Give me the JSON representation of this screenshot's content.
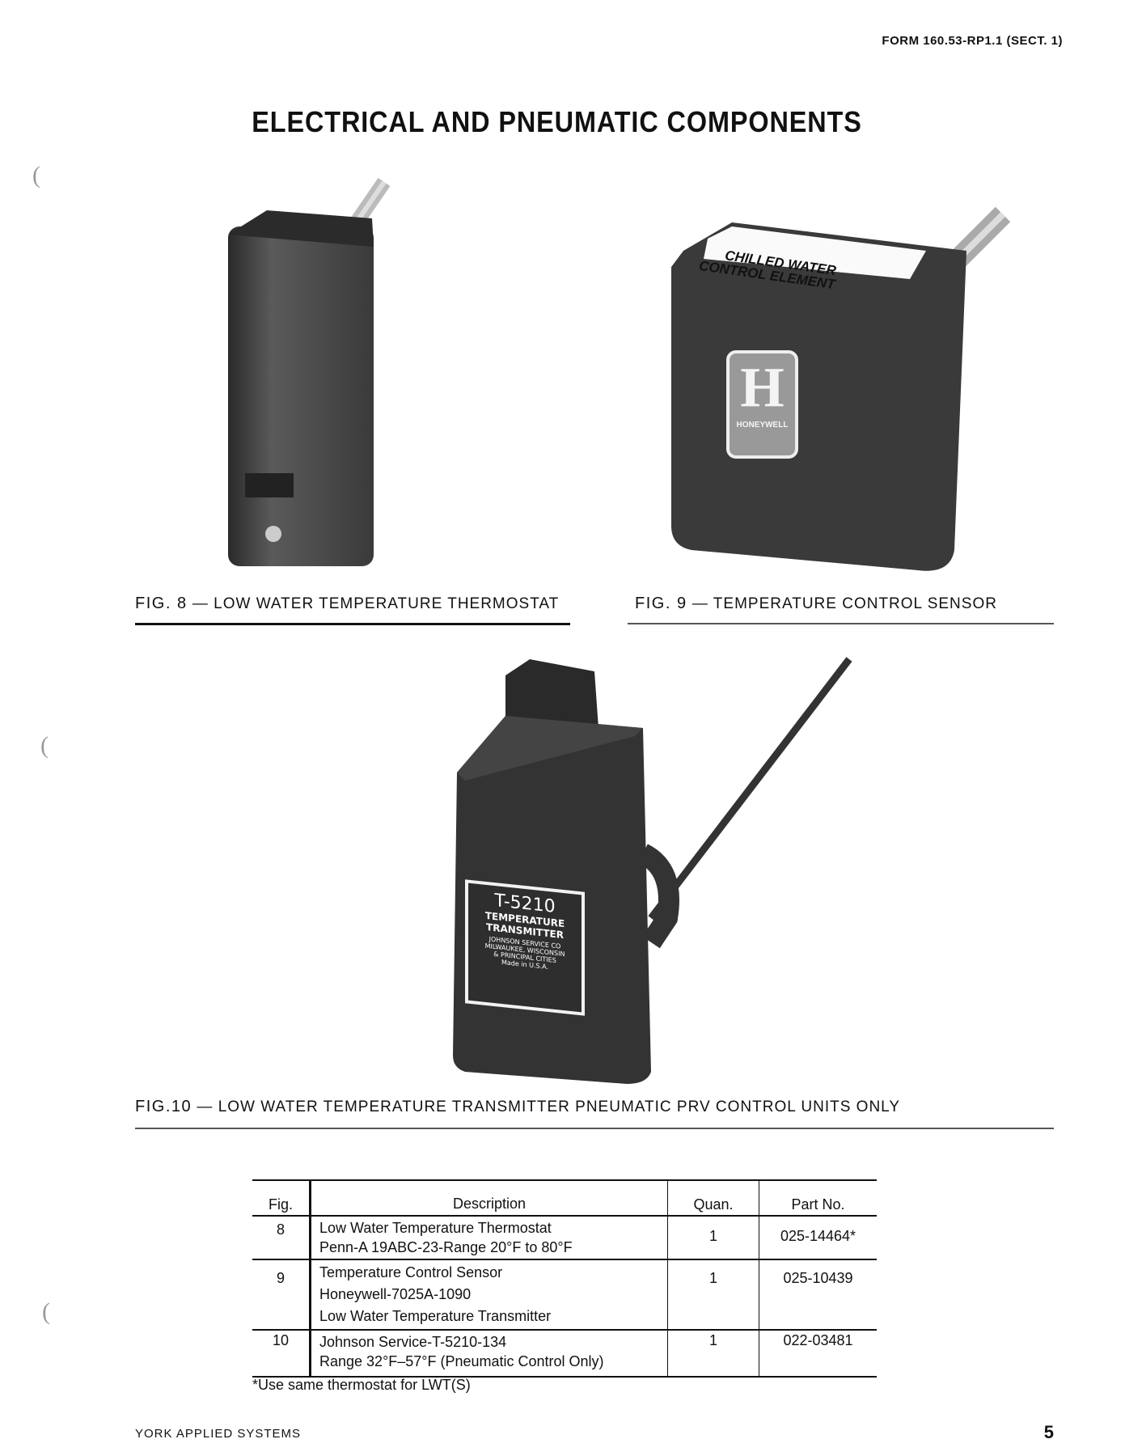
{
  "header": {
    "form_id": "FORM 160.53-RP1.1 (SECT. 1)"
  },
  "title": "ELECTRICAL AND PNEUMATIC COMPONENTS",
  "figures": [
    {
      "number": "FIG. 8",
      "caption": "— LOW WATER TEMPERATURE THERMOSTAT"
    },
    {
      "number": "FIG. 9",
      "caption": "— TEMPERATURE CONTROL SENSOR",
      "label_lines": [
        "CHILLED WATER",
        "CONTROL ELEMENT"
      ],
      "logo_letter": "H",
      "logo_text": "HONEYWELL"
    },
    {
      "number": "FIG.10",
      "caption": "— LOW WATER TEMPERATURE TRANSMITTER PNEUMATIC PRV CONTROL UNITS ONLY",
      "plate_lines": [
        "T-5210",
        "TEMPERATURE",
        "TRANSMITTER",
        "JOHNSON SERVICE CO",
        "MILWAUKEE, WISCONSIN",
        "& PRINCIPAL CITIES",
        "Made in U.S.A."
      ]
    }
  ],
  "table": {
    "headers": [
      "Fig.",
      "Description",
      "Quan.",
      "Part No."
    ],
    "rows": [
      {
        "fig": "8",
        "desc": [
          "Low Water Temperature Thermostat",
          "Penn-A 19ABC-23-Range 20°F to 80°F"
        ],
        "quan": "1",
        "part": "025-14464*"
      },
      {
        "fig": "9",
        "desc": [
          "Temperature Control Sensor",
          "Honeywell-7025A-1090",
          "Low Water Temperature Transmitter"
        ],
        "quan": "1",
        "part": "025-10439"
      },
      {
        "fig": "10",
        "desc": [
          "Johnson Service-T-5210-134",
          "Range 32°F–57°F (Pneumatic Control Only)"
        ],
        "quan": "1",
        "part": "022-03481"
      }
    ],
    "footnote": "*Use same thermostat for LWT(S)"
  },
  "footer": {
    "publisher": "YORK APPLIED SYSTEMS",
    "page_number": "5"
  }
}
